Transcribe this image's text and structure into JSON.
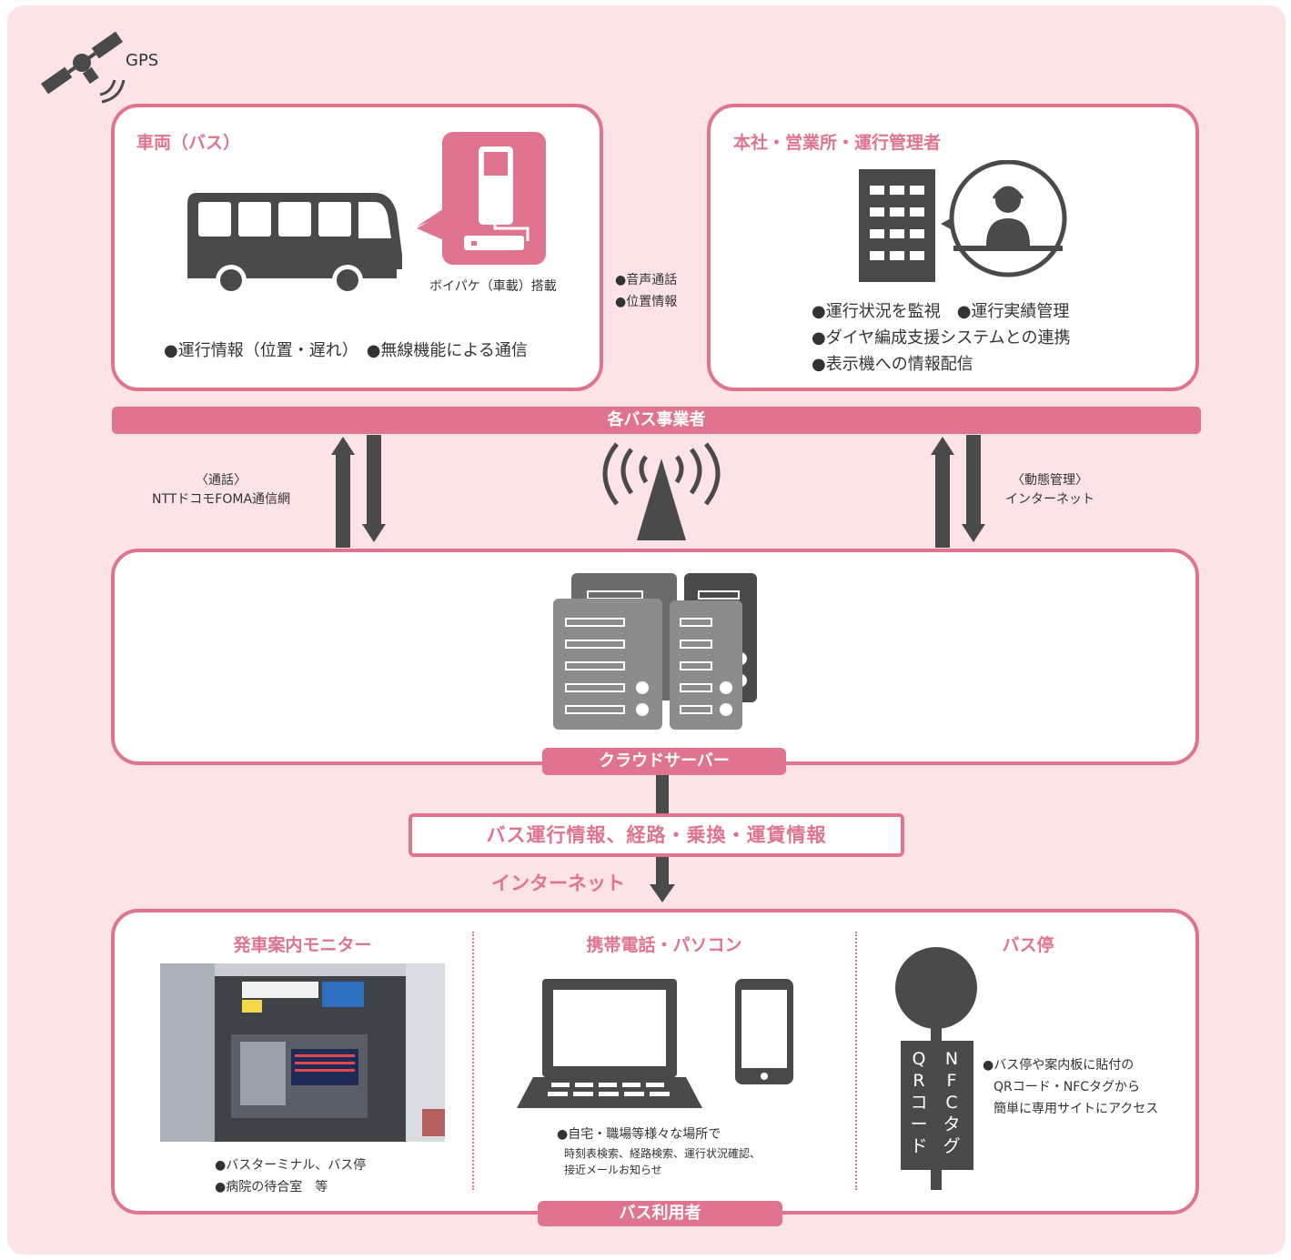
{
  "gps": {
    "label": "GPS"
  },
  "vehicle": {
    "title": "車両（バス）",
    "device_caption": "ボイパケ（車載）搭載",
    "features": "●運行情報（位置・遅れ）　●無線機能による通信"
  },
  "link_middle": {
    "line1": "●音声通話",
    "line2": "●位置情報"
  },
  "office": {
    "title": "本社・営業所・運行管理者",
    "line1": "●運行状況を監視　●運行実績管理",
    "line2": "●ダイヤ編成支援システムとの連携",
    "line3": "●表示機への情報配信"
  },
  "operators_bar": "各バス事業者",
  "left_link": {
    "line1": "〈通話〉",
    "line2": "NTTドコモFOMA通信網"
  },
  "right_link": {
    "line1": "〈動態管理〉",
    "line2": "インターネット"
  },
  "cloud_bar": "クラウドサーバー",
  "info_box": "バス運行情報、経路・乗換・運賃情報",
  "internet_label": "インターネット",
  "users": {
    "bar": "バス利用者",
    "monitor": {
      "title": "発車案内モニター",
      "line1": "●バスターミナル、バス停",
      "line2": "●病院の待合室　等"
    },
    "mobile": {
      "title": "携帯電話・パソコン",
      "line1": "●自宅・職場等様々な場所で",
      "line2": "時刻表検索、経路検索、運行状況確認、",
      "line3": "接近メールお知らせ"
    },
    "busstop": {
      "title": "バス停",
      "tag_left": "QRコード",
      "tag_right": "NFCタグ",
      "line1": "●バス停や案内板に貼付の",
      "line2": "QRコード・NFCタグから",
      "line3": "簡単に専用サイトにアクセス"
    }
  },
  "colors": {
    "accent": "#e0748f",
    "background": "#fbe3e6",
    "icon": "#4a4a4a"
  }
}
